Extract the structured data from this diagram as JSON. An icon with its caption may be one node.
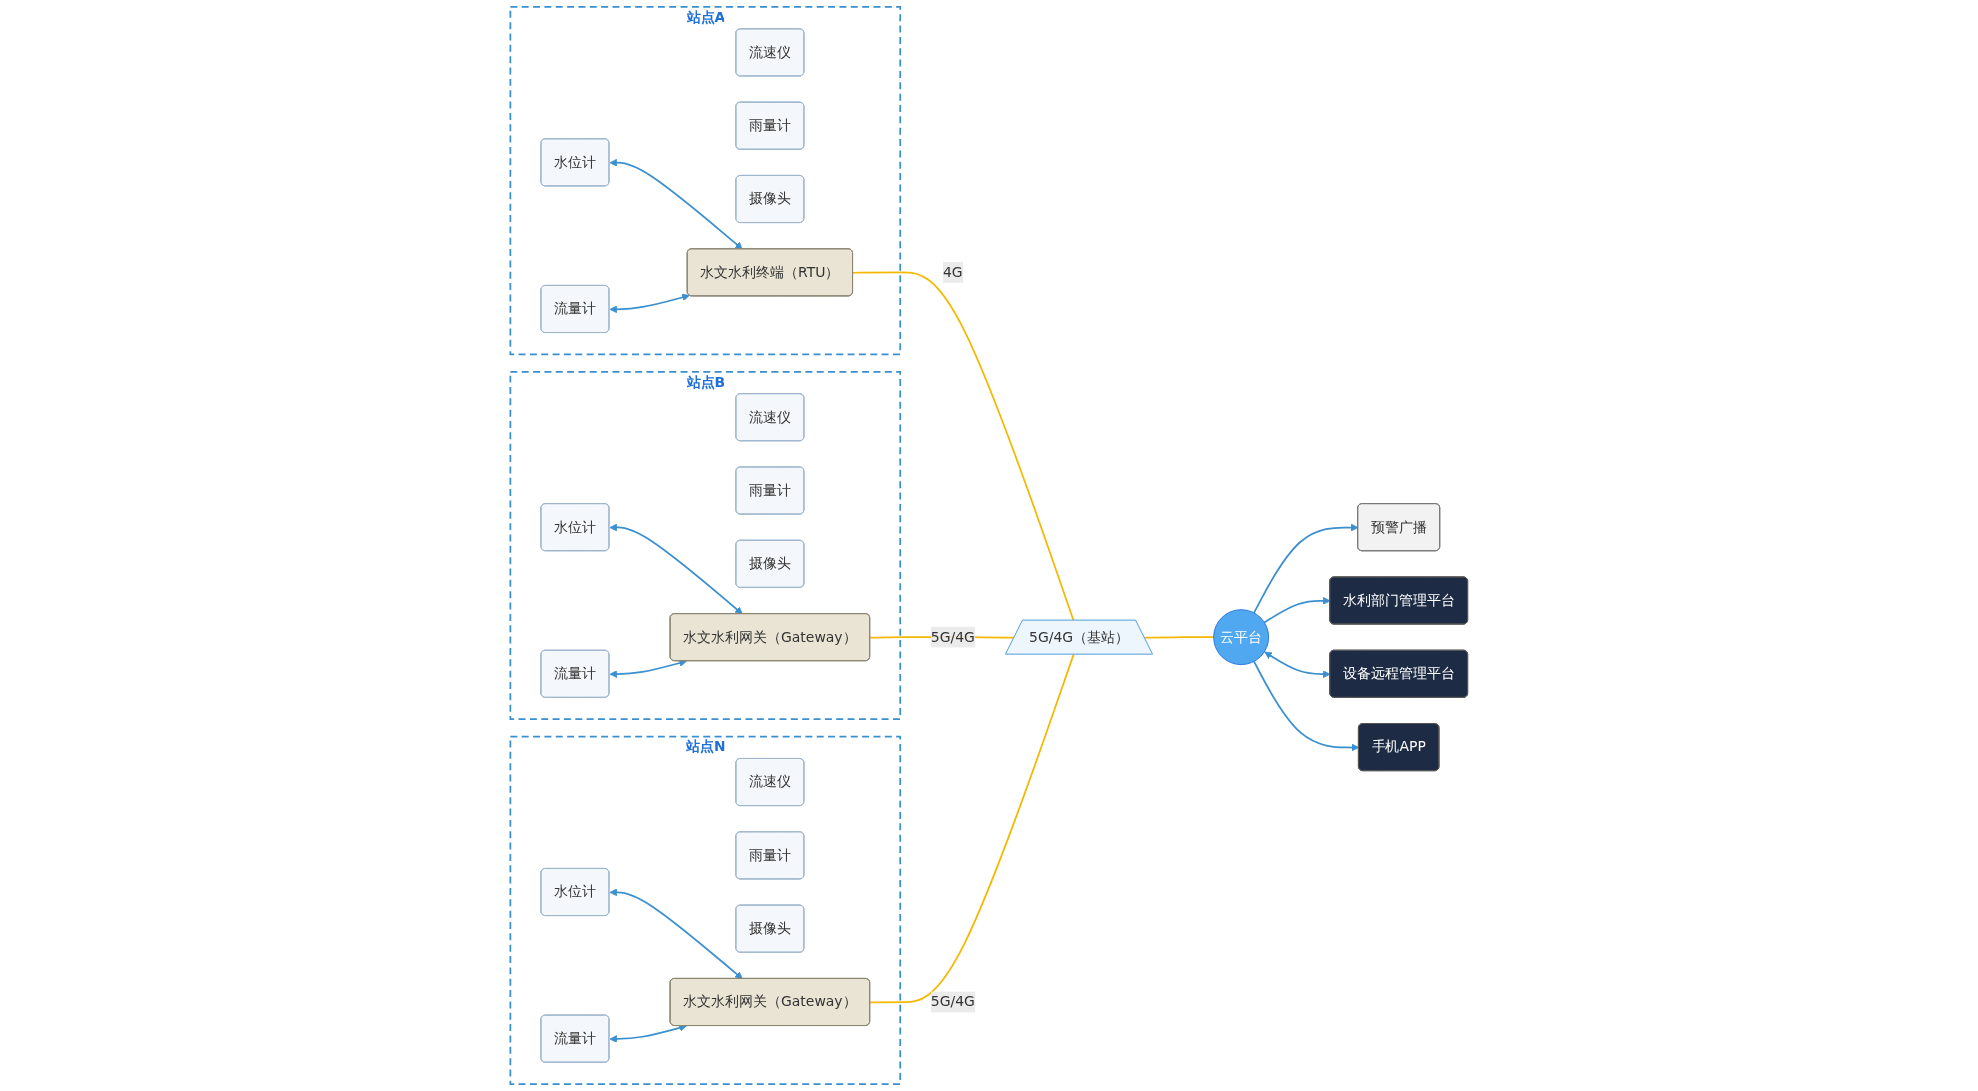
{
  "diagram": {
    "nodes": [
      {
        "text": [
          "站点A"
        ]
      },
      {
        "text": [
          "流速仪"
        ],
        "in": 0
      },
      {
        "text": [
          "水位计"
        ],
        "in": 0
      },
      {
        "text": [
          "雨量计"
        ],
        "in": 0
      },
      {
        "text": [
          "摄像头"
        ],
        "in": 0
      },
      {
        "text": [
          "流量计"
        ],
        "in": 0
      },
      {
        "text": [
          "水文水利终端（RTU）"
        ],
        "in": 0
      },
      {
        "text": [
          "站点B"
        ]
      },
      {
        "text": [
          "流速仪"
        ],
        "in": 7
      },
      {
        "text": [
          "水位计"
        ],
        "in": 7
      },
      {
        "text": [
          "雨量计"
        ],
        "in": 7
      },
      {
        "text": [
          "摄像头"
        ],
        "in": 7
      },
      {
        "text": [
          "流量计"
        ],
        "in": 7
      },
      {
        "text": [
          "水文水利网关（Gateway）"
        ],
        "in": 7
      },
      {
        "text": [
          "站点N"
        ]
      },
      {
        "text": [
          "流速仪"
        ],
        "in": 14
      },
      {
        "text": [
          "水位计"
        ],
        "in": 14
      },
      {
        "text": [
          "雨量计"
        ],
        "in": 14
      },
      {
        "text": [
          "摄像头"
        ],
        "in": 14
      },
      {
        "text": [
          "流量计"
        ],
        "in": 14
      },
      {
        "text": [
          "水文水利网关（Gateway）"
        ],
        "in": 14
      },
      {
        "text": [
          "5G/4G（基站）"
        ]
      },
      {
        "text": [
          "云平台"
        ]
      },
      {
        "text": [
          "预警广播"
        ]
      },
      {
        "text": [
          "水利部门管理平台"
        ]
      },
      {
        "text": [
          "设备远程管理平台"
        ]
      },
      {
        "text": [
          "手机APP"
        ]
      }
    ],
    "edges": [
      {
        "from": 2,
        "to": 6,
        "arrow": "both"
      },
      {
        "from": 5,
        "to": 6,
        "arrow": "both"
      },
      {
        "from": 9,
        "to": 13,
        "arrow": "both"
      },
      {
        "from": 12,
        "to": 13,
        "arrow": "both"
      },
      {
        "from": 16,
        "to": 20,
        "arrow": "both"
      },
      {
        "from": 19,
        "to": 20,
        "arrow": "both"
      },
      {
        "from": 6,
        "to": 21,
        "arrow": "none",
        "label": "4G",
        "color": "#f5b800"
      },
      {
        "from": 13,
        "to": 21,
        "arrow": "none",
        "label": "5G/4G",
        "color": "#f5b800"
      },
      {
        "from": 20,
        "to": 21,
        "arrow": "none",
        "label": "5G/4G",
        "color": "#f5b800"
      },
      {
        "from": 21,
        "to": 22,
        "arrow": "none",
        "color": "#f5b800"
      },
      {
        "from": 22,
        "to": 23,
        "arrow": "to"
      },
      {
        "from": 22,
        "to": 24,
        "arrow": "to"
      },
      {
        "from": 22,
        "to": 25,
        "arrow": "both"
      },
      {
        "from": 22,
        "to": 26,
        "arrow": "to"
      }
    ]
  }
}
